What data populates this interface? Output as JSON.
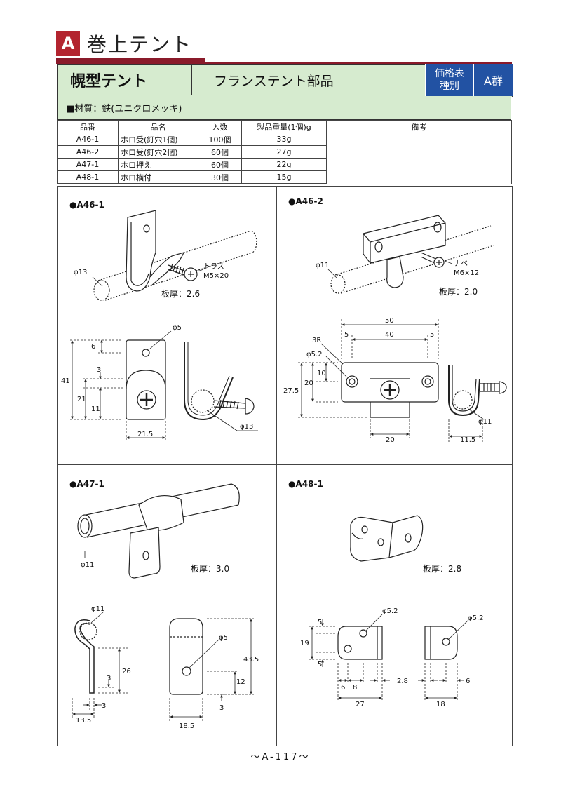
{
  "section": {
    "badge": "A",
    "title": "巻上テント"
  },
  "header": {
    "category": "幌型テント",
    "subtitle": "フランステント部品",
    "price_line1": "価格表",
    "price_line2": "種別",
    "group": "A群"
  },
  "material": "■材質：鉄(ユニクロメッキ)",
  "table": {
    "headers": [
      "品番",
      "品名",
      "入数",
      "製品重量(1個)g",
      "備考"
    ],
    "rows": [
      [
        "A46-1",
        "ホロ受(釘穴1個)",
        "100個",
        "33g"
      ],
      [
        "A46-2",
        "ホロ受(釘穴2個)",
        "60個",
        "27g"
      ],
      [
        "A47-1",
        "ホロ押え",
        "60個",
        "22g"
      ],
      [
        "A48-1",
        "ホロ横付",
        "30個",
        "15g"
      ]
    ]
  },
  "panels": {
    "a461": {
      "title": "●A46-1",
      "pipe": "φ13",
      "screw1": "トラス",
      "screw2": "M5×20",
      "thickness": "板厚：2.6",
      "dims": {
        "hole": "φ5",
        "d6": "6",
        "d41": "41",
        "d3": "3",
        "d21": "21",
        "d11": "11",
        "width": "21.5",
        "pipe_side": "φ13"
      }
    },
    "a462": {
      "title": "●A46-2",
      "pipe": "φ11",
      "screw1": "ナベ",
      "screw2": "M6×12",
      "thickness": "板厚：2.0",
      "dims": {
        "d50": "50",
        "d5a": "5",
        "d40": "40",
        "d5b": "5",
        "r3": "3R",
        "hole": "φ5.2",
        "d10": "10",
        "d20v": "20",
        "d275": "27.5",
        "d20h": "20",
        "d115": "11.5",
        "pipe_side": "φ11"
      }
    },
    "a471": {
      "title": "●A47-1",
      "pipe": "φ11",
      "thickness": "板厚：3.0",
      "dims": {
        "pipe_side": "φ11",
        "d26": "26",
        "d3a": "3",
        "d3b": "3",
        "d135": "13.5",
        "hole": "φ5",
        "d435": "43.5",
        "d12": "12",
        "d3c": "3",
        "d185": "18.5"
      }
    },
    "a481": {
      "title": "●A48-1",
      "thickness": "板厚：2.8",
      "dims": {
        "hole1": "φ5.2",
        "hole2": "φ5.2",
        "d5a": "5",
        "d19": "19",
        "d5b": "5",
        "d6a": "6",
        "d8": "8",
        "d28": "2.8",
        "d6b": "6",
        "d27": "27",
        "d18": "18"
      }
    }
  },
  "footer": "～A-117～"
}
